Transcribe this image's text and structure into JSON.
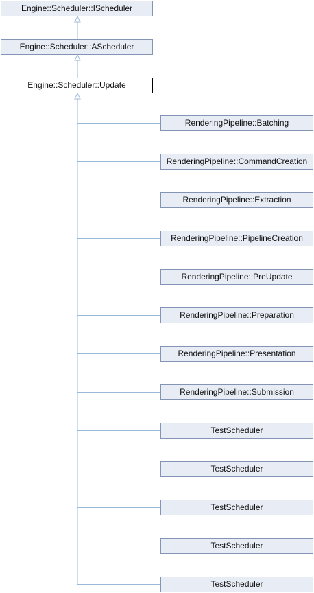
{
  "diagram": {
    "nodes": {
      "ischeduler": "Engine::Scheduler::IScheduler",
      "ascheduler": "Engine::Scheduler::AScheduler",
      "update": "Engine::Scheduler::Update"
    },
    "children": [
      "RenderingPipeline::Batching",
      "RenderingPipeline::CommandCreation",
      "RenderingPipeline::Extraction",
      "RenderingPipeline::PipelineCreation",
      "RenderingPipeline::PreUpdate",
      "RenderingPipeline::Preparation",
      "RenderingPipeline::Presentation",
      "RenderingPipeline::Submission",
      "TestScheduler",
      "TestScheduler",
      "TestScheduler",
      "TestScheduler",
      "TestScheduler"
    ]
  },
  "colors": {
    "node_fill": "#e8edf5",
    "node_border": "#8494b4",
    "current_node_border": "#000000",
    "edge": "#9ab8d8"
  }
}
